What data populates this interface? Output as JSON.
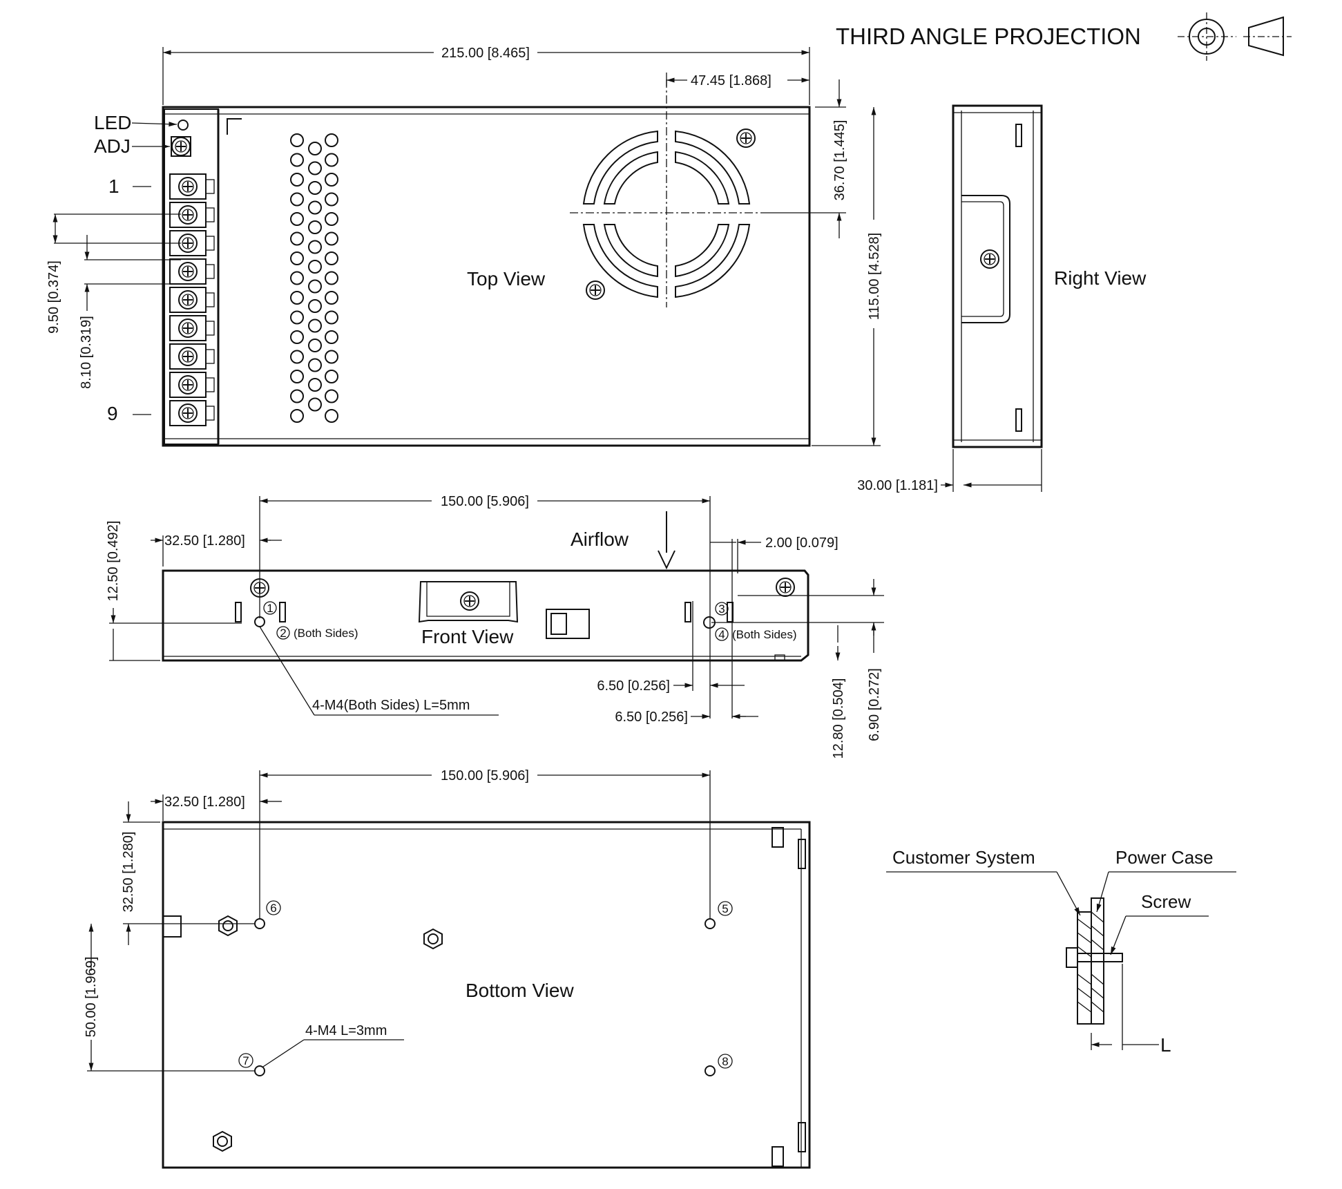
{
  "header": {
    "projection_label": "THIRD ANGLE PROJECTION",
    "projection_symbol": "third-angle-projection-icon"
  },
  "views": {
    "top": "Top View",
    "right": "Right View",
    "front": "Front View",
    "bottom": "Bottom View"
  },
  "top_view": {
    "led_label": "LED",
    "adj_label": "ADJ",
    "terminal_first": "1",
    "terminal_last": "9",
    "terminal_count": 9,
    "dims": {
      "overall_length": "215.00 [8.465]",
      "fan_offset": "47.45 [1.868]",
      "fan_center_height": "36.70 [1.445]",
      "overall_width": "115.00 [4.528]",
      "terminal_pitch_a": "9.50 [0.374]",
      "terminal_pitch_b": "8.10 [0.319]"
    }
  },
  "right_view": {
    "dims": {
      "height": "30.00 [1.181]"
    }
  },
  "front_view": {
    "airflow_label": "Airflow",
    "both_sides_a": "(Both Sides)",
    "both_sides_b": "(Both Sides)",
    "hole_callout": "4-M4(Both Sides) L=5mm",
    "hole_numbers": [
      "1",
      "2",
      "3",
      "4"
    ],
    "dims": {
      "hole_spacing": "150.00 [5.906]",
      "left_offset": "32.50 [1.280]",
      "hole_height": "12.50 [0.492]",
      "edge_gap": "2.00 [0.079]",
      "hole_offset_a": "6.50 [0.256]",
      "hole_offset_b": "6.50 [0.256]",
      "right_height_a": "12.80 [0.504]",
      "right_height_b": "6.90 [0.272]"
    }
  },
  "bottom_view": {
    "hole_callout": "4-M4 L=3mm",
    "hole_numbers": [
      "5",
      "6",
      "7",
      "8"
    ],
    "dims": {
      "hole_spacing": "150.00 [5.906]",
      "left_offset": "32.50 [1.280]",
      "top_offset": "32.50 [1.280]",
      "vertical_spacing": "50.00 [1.969]"
    }
  },
  "mount_detail": {
    "customer_system": "Customer System",
    "power_case": "Power Case",
    "screw": "Screw",
    "length": "L"
  }
}
